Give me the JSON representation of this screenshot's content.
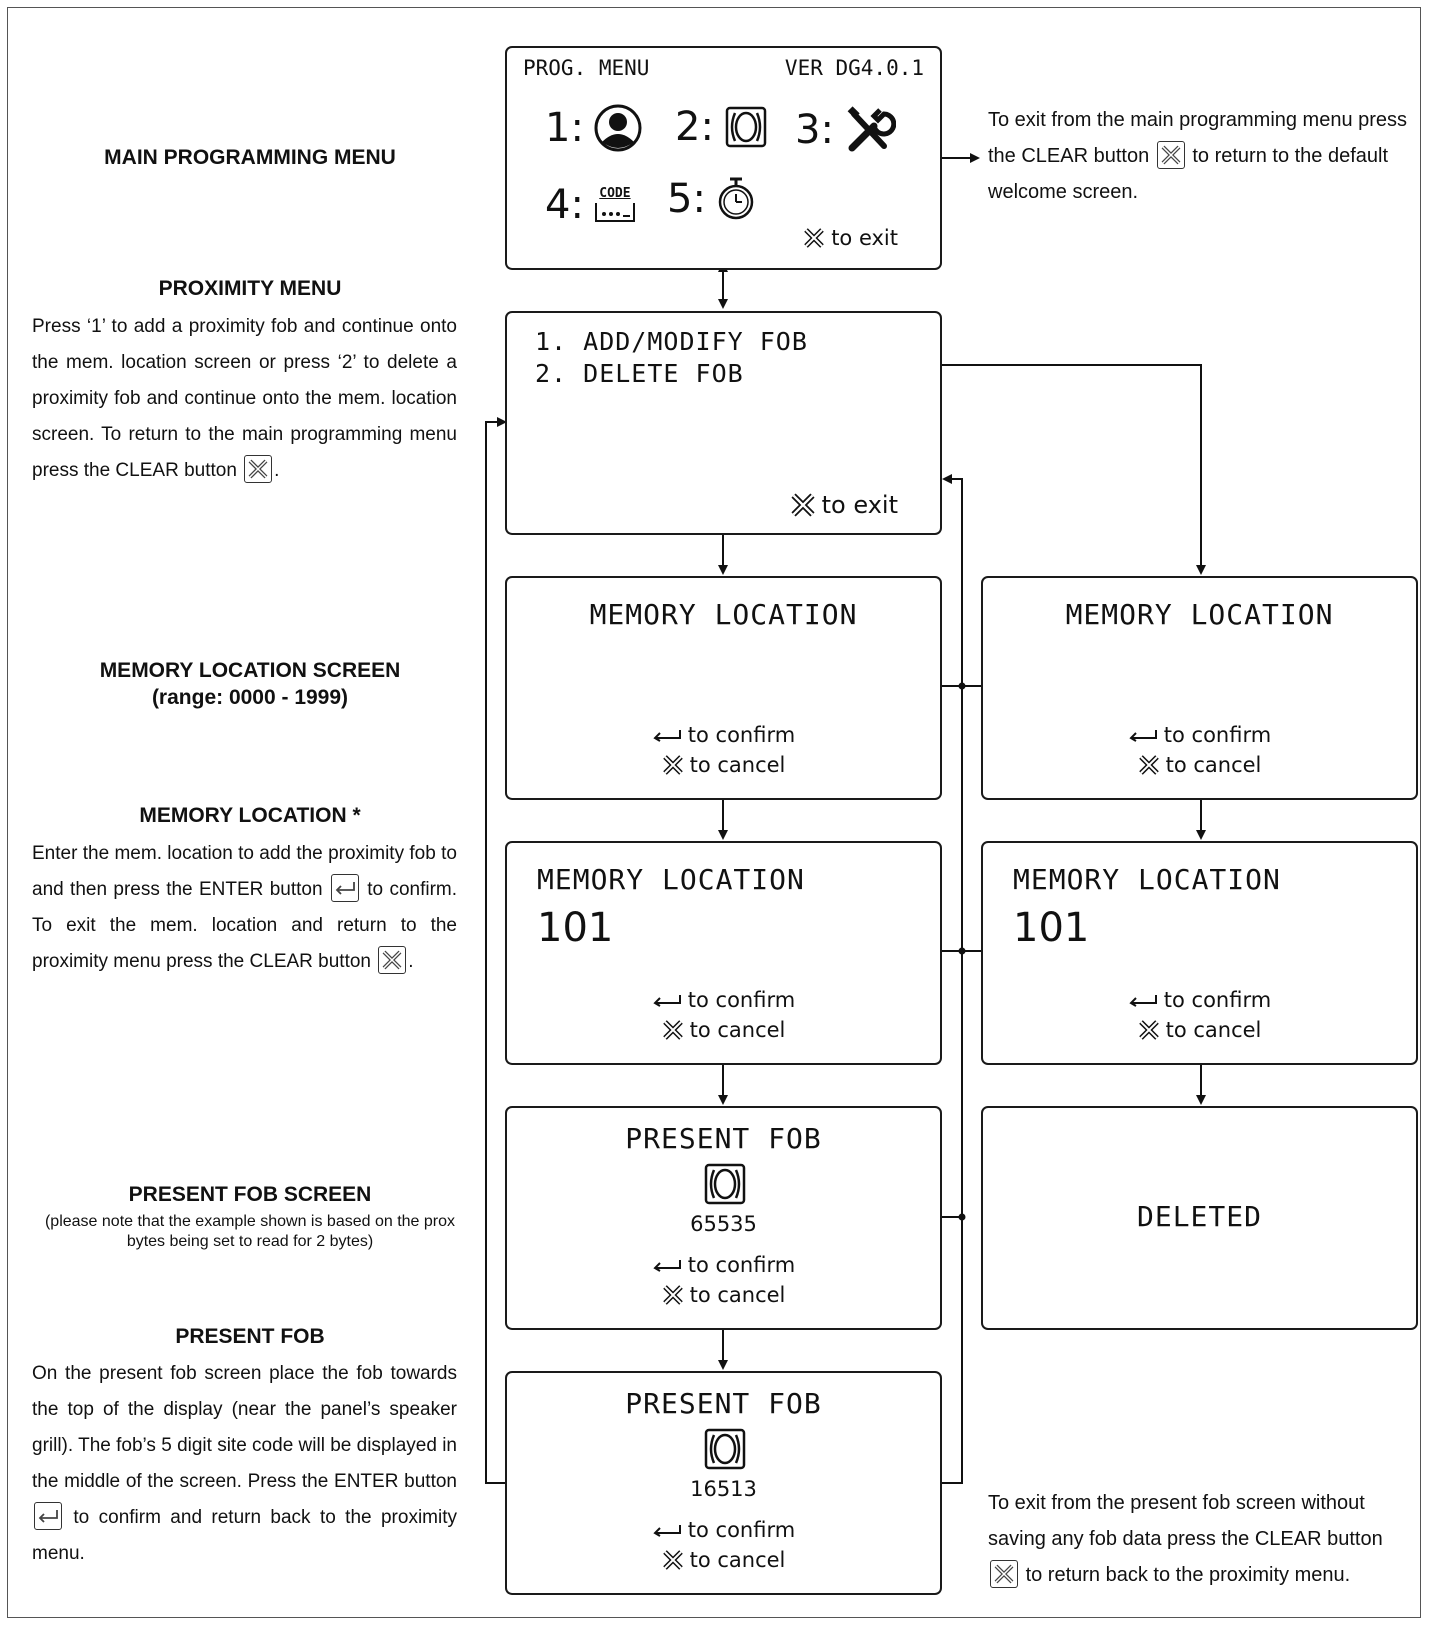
{
  "main_menu": {
    "title_left": "PROG. MENU",
    "title_right": "VER DG4.0.1",
    "items": [
      {
        "num": "1:",
        "icon": "user-icon"
      },
      {
        "num": "2:",
        "icon": "fob-icon"
      },
      {
        "num": "3:",
        "icon": "tools-icon"
      },
      {
        "num": "4:",
        "icon": "code-icon",
        "icon_text": "CODE"
      },
      {
        "num": "5:",
        "icon": "timer-icon"
      }
    ],
    "exit": "to exit"
  },
  "prox_menu": {
    "line1": "1. ADD/MODIFY FOB",
    "line2": "2. DELETE FOB",
    "exit": "to exit"
  },
  "screens": {
    "mem_title": "MEMORY LOCATION",
    "mem_value": "101",
    "confirm": "to confirm",
    "cancel": "to cancel",
    "present_title": "PRESENT FOB",
    "present_code_1": "65535",
    "present_code_2": "16513",
    "deleted": "DELETED"
  },
  "left": {
    "main_heading": "MAIN PROGRAMMING MENU",
    "prox_heading": "PROXIMITY MENU",
    "prox_text_1": "Press ‘1’ to add a proximity fob and continue onto the mem. location screen or press ‘2’ to delete a proximity fob and continue onto the mem. location screen. To return to the main programming menu press the CLEAR button",
    "prox_text_2": ".",
    "memscreen_heading": "MEMORY LOCATION SCREEN",
    "memscreen_sub": "(range: 0000 - 1999)",
    "memloc_heading": "MEMORY LOCATION *",
    "memloc_text_1": "Enter the mem. location to add the proximity fob to and then press the ENTER button",
    "memloc_text_2": "to confirm. To exit the mem. location and return to the proximity menu press the CLEAR button",
    "memloc_text_3": ".",
    "present_screen_heading": "PRESENT FOB SCREEN",
    "present_screen_note": "(please note that the example shown is based on the prox bytes being set to read for 2 bytes)",
    "present_heading": "PRESENT FOB",
    "present_text_1": "On the present fob screen place the fob towards the top of the display (near the panel’s speaker grill). The fob’s 5 digit site code will be displayed in the middle of the screen. Press the ENTER button",
    "present_text_2": "to confirm and return back to the proximity menu."
  },
  "right": {
    "exit_main_1": "To exit from the main programming menu press the CLEAR button",
    "exit_main_2": "to return to the default welcome screen.",
    "exit_present_1": "To exit from the present fob screen without saving any fob data press the CLEAR button",
    "exit_present_2": "to return back to the proximity menu."
  }
}
